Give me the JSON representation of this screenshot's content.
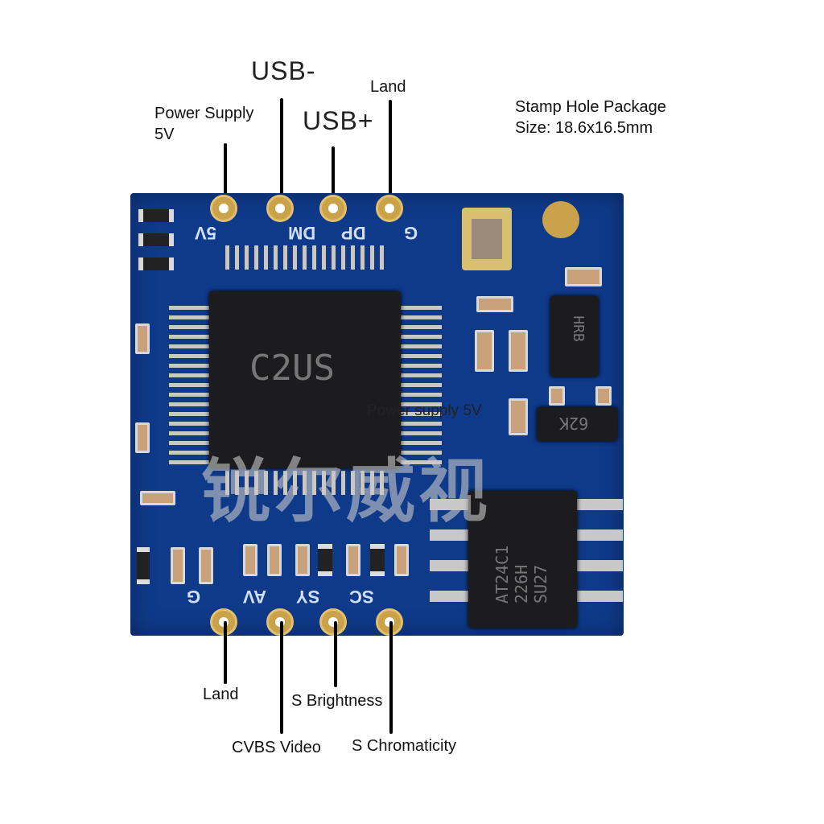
{
  "callouts_top": {
    "usb_minus": "USB-",
    "power_supply": "Power Supply",
    "power_supply_voltage": "5V",
    "usb_plus": "USB+",
    "land": "Land"
  },
  "package_info": {
    "line1": "Stamp Hole Package",
    "line2": "Size: 18.6x16.5mm"
  },
  "callouts_bottom": {
    "land": "Land",
    "s_brightness": "S Brightness",
    "cvbs_video": "CVBS Video",
    "s_chromaticity": "S Chromaticity"
  },
  "overlay_label": "Power supply 5V",
  "board": {
    "silk_top": [
      "5V",
      "DM",
      "DP",
      "G"
    ],
    "silk_bottom": [
      "G",
      "AV",
      "SY",
      "SC"
    ],
    "main_chip": "C2US",
    "eeprom_lines": [
      "AT24C1",
      "226H",
      "SU27"
    ],
    "regulator": "HRB",
    "transistor": "62K",
    "watermark": "锐尔威视",
    "colors": {
      "pcb": "#0f3a8a",
      "pad": "#c9a24a"
    }
  }
}
